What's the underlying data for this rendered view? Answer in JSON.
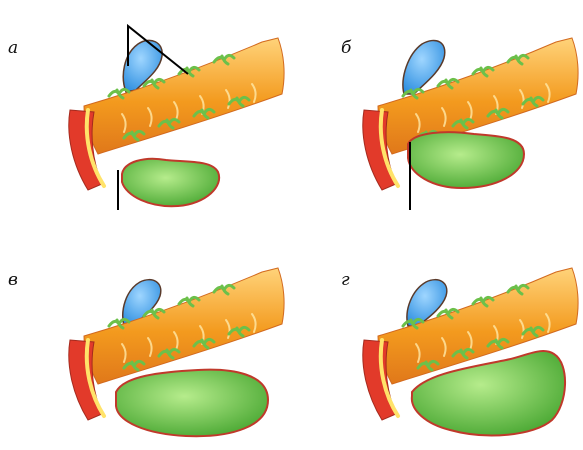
{
  "panels": [
    {
      "label": "а",
      "stage": "a"
    },
    {
      "label": "б",
      "stage": "b"
    },
    {
      "label": "в",
      "stage": "v"
    },
    {
      "label": "г",
      "stage": "g"
    }
  ],
  "colors": {
    "intestine": "#f39a1e",
    "intestine_light": "#ffd37a",
    "wall_red": "#e23a2a",
    "wall_yellow": "#ffe36a",
    "cecum_green": "#4aa833",
    "cecum_light": "#b6ec8c",
    "cecum_outline": "#c0392b",
    "blue_sac": "#2f8fe0",
    "blue_light": "#9fd6ff",
    "vessel_green": "#6cc04a",
    "pointer_line": "#000000"
  }
}
